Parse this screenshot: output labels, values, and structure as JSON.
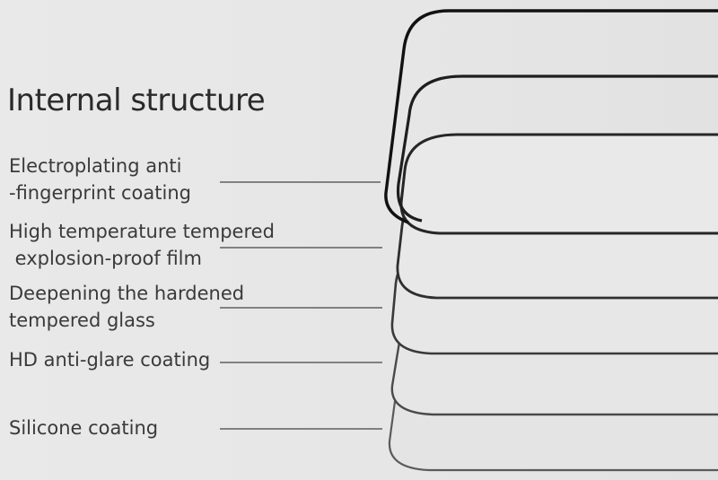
{
  "title": "Internal structure",
  "layers": [
    {
      "lines": [
        "Electroplating anti",
        "-fingerprint coating"
      ]
    },
    {
      "lines": [
        "High temperature tempered",
        " explosion-proof film"
      ]
    },
    {
      "lines": [
        "Deepening the hardened",
        "tempered glass"
      ]
    },
    {
      "lines": [
        "HD anti-glare coating"
      ]
    },
    {
      "lines": [
        "Silicone coating"
      ]
    }
  ]
}
